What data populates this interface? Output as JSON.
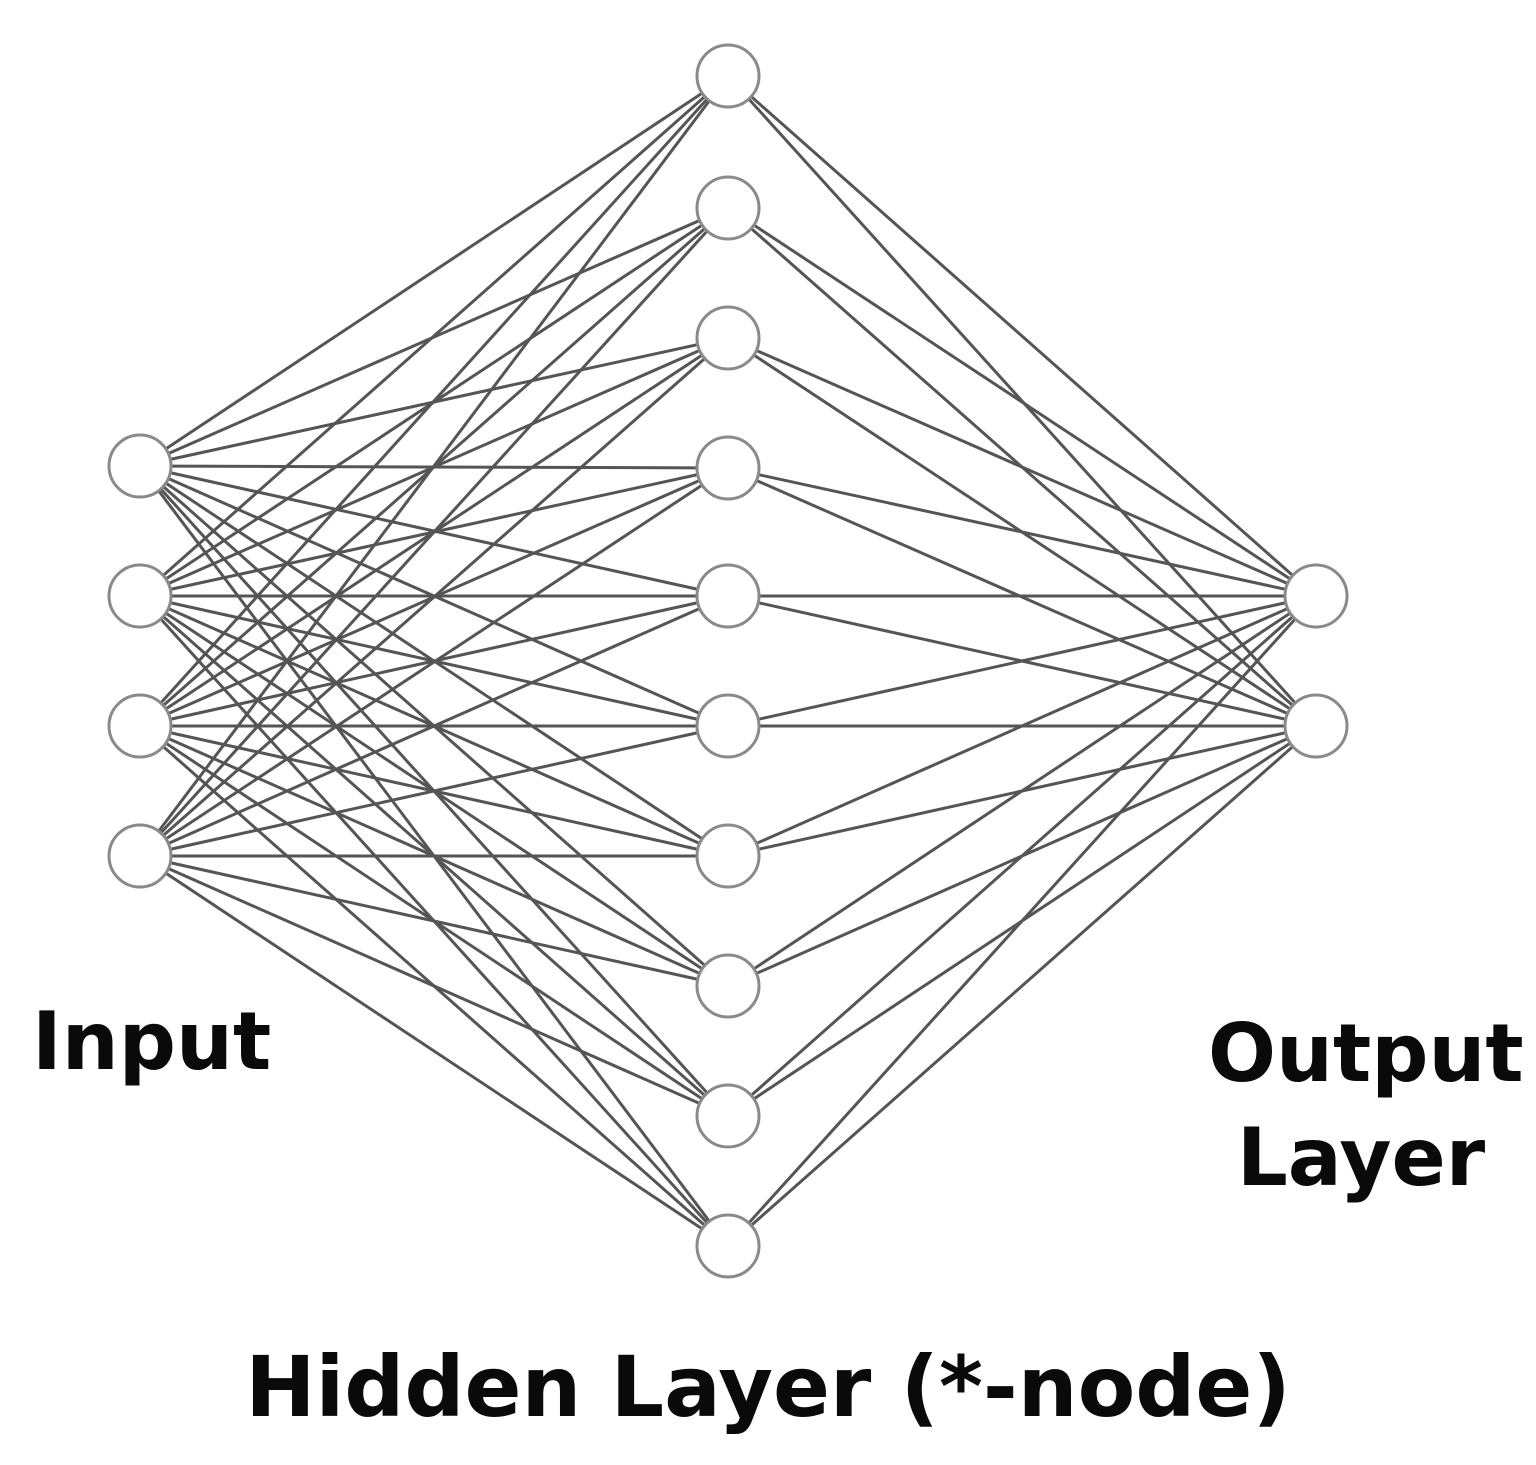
{
  "layers": {
    "input": {
      "label": "Input",
      "node_count": 4
    },
    "hidden": {
      "label": "Hidden Layer (*-node)",
      "node_count": 10
    },
    "output": {
      "label_line1": "Output",
      "label_line2": "Layer",
      "node_count": 2
    }
  },
  "colors": {
    "edge": "#555555",
    "node_fill": "#ffffff",
    "node_stroke": "#8a8a8a",
    "text": "#0a0a0a"
  }
}
